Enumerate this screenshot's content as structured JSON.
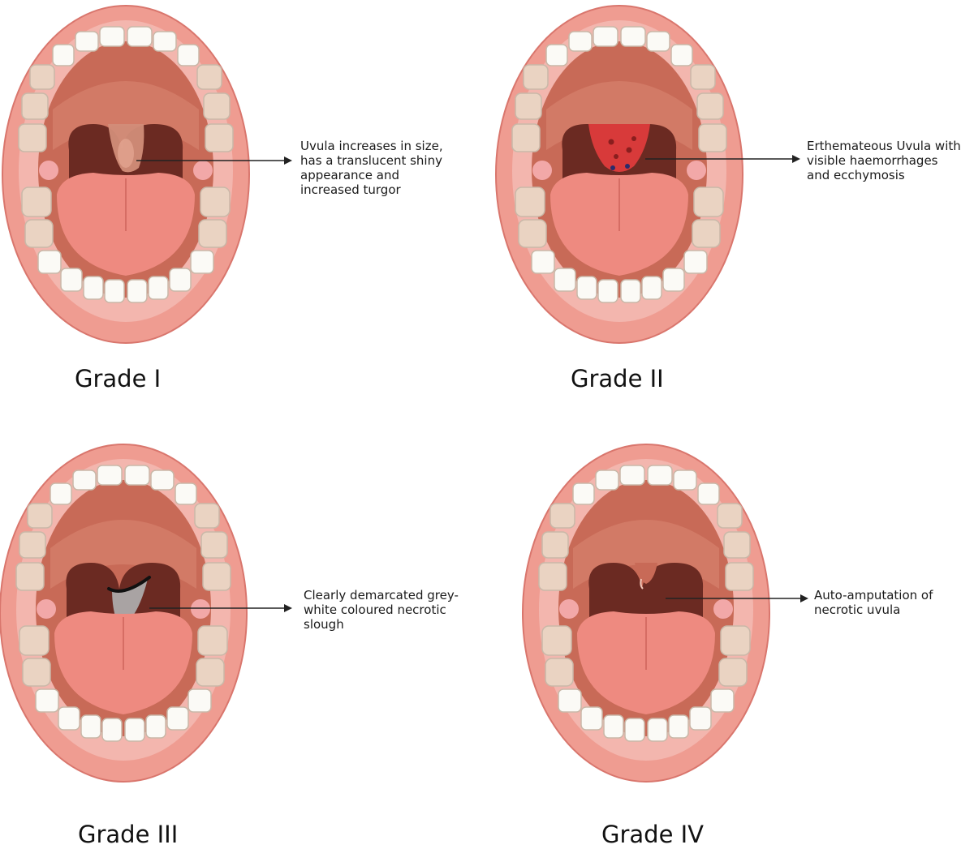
{
  "panels": [
    {
      "grade": "Grade I",
      "variant": "enlarged",
      "callout": [
        "Uvula increases in size,",
        "has a translucent shiny",
        "appearance and",
        "increased turgor"
      ]
    },
    {
      "grade": "Grade II",
      "variant": "erythematous",
      "callout": [
        "Erthemateous Uvula with",
        "visible haemorrhages",
        "and ecchymosis"
      ]
    },
    {
      "grade": "Grade III",
      "variant": "necrotic",
      "callout": [
        "Clearly demarcated grey-",
        "white coloured necrotic",
        "slough"
      ]
    },
    {
      "grade": "Grade IV",
      "variant": "amputated",
      "callout": [
        "Auto-amputation of",
        "necrotic uvula"
      ]
    }
  ],
  "colors": {
    "lips": "#ef9c91",
    "lip_outline": "#d9766d",
    "gums": "#f3b6ae",
    "palate": "#c86a57",
    "throat": "#6b2a22",
    "tongue": "#ee8a80",
    "tooth": "#fbfaf6",
    "back_tooth": "#ead3c2",
    "erythema": "#d83a3a",
    "slough": "#a9a3a3"
  }
}
